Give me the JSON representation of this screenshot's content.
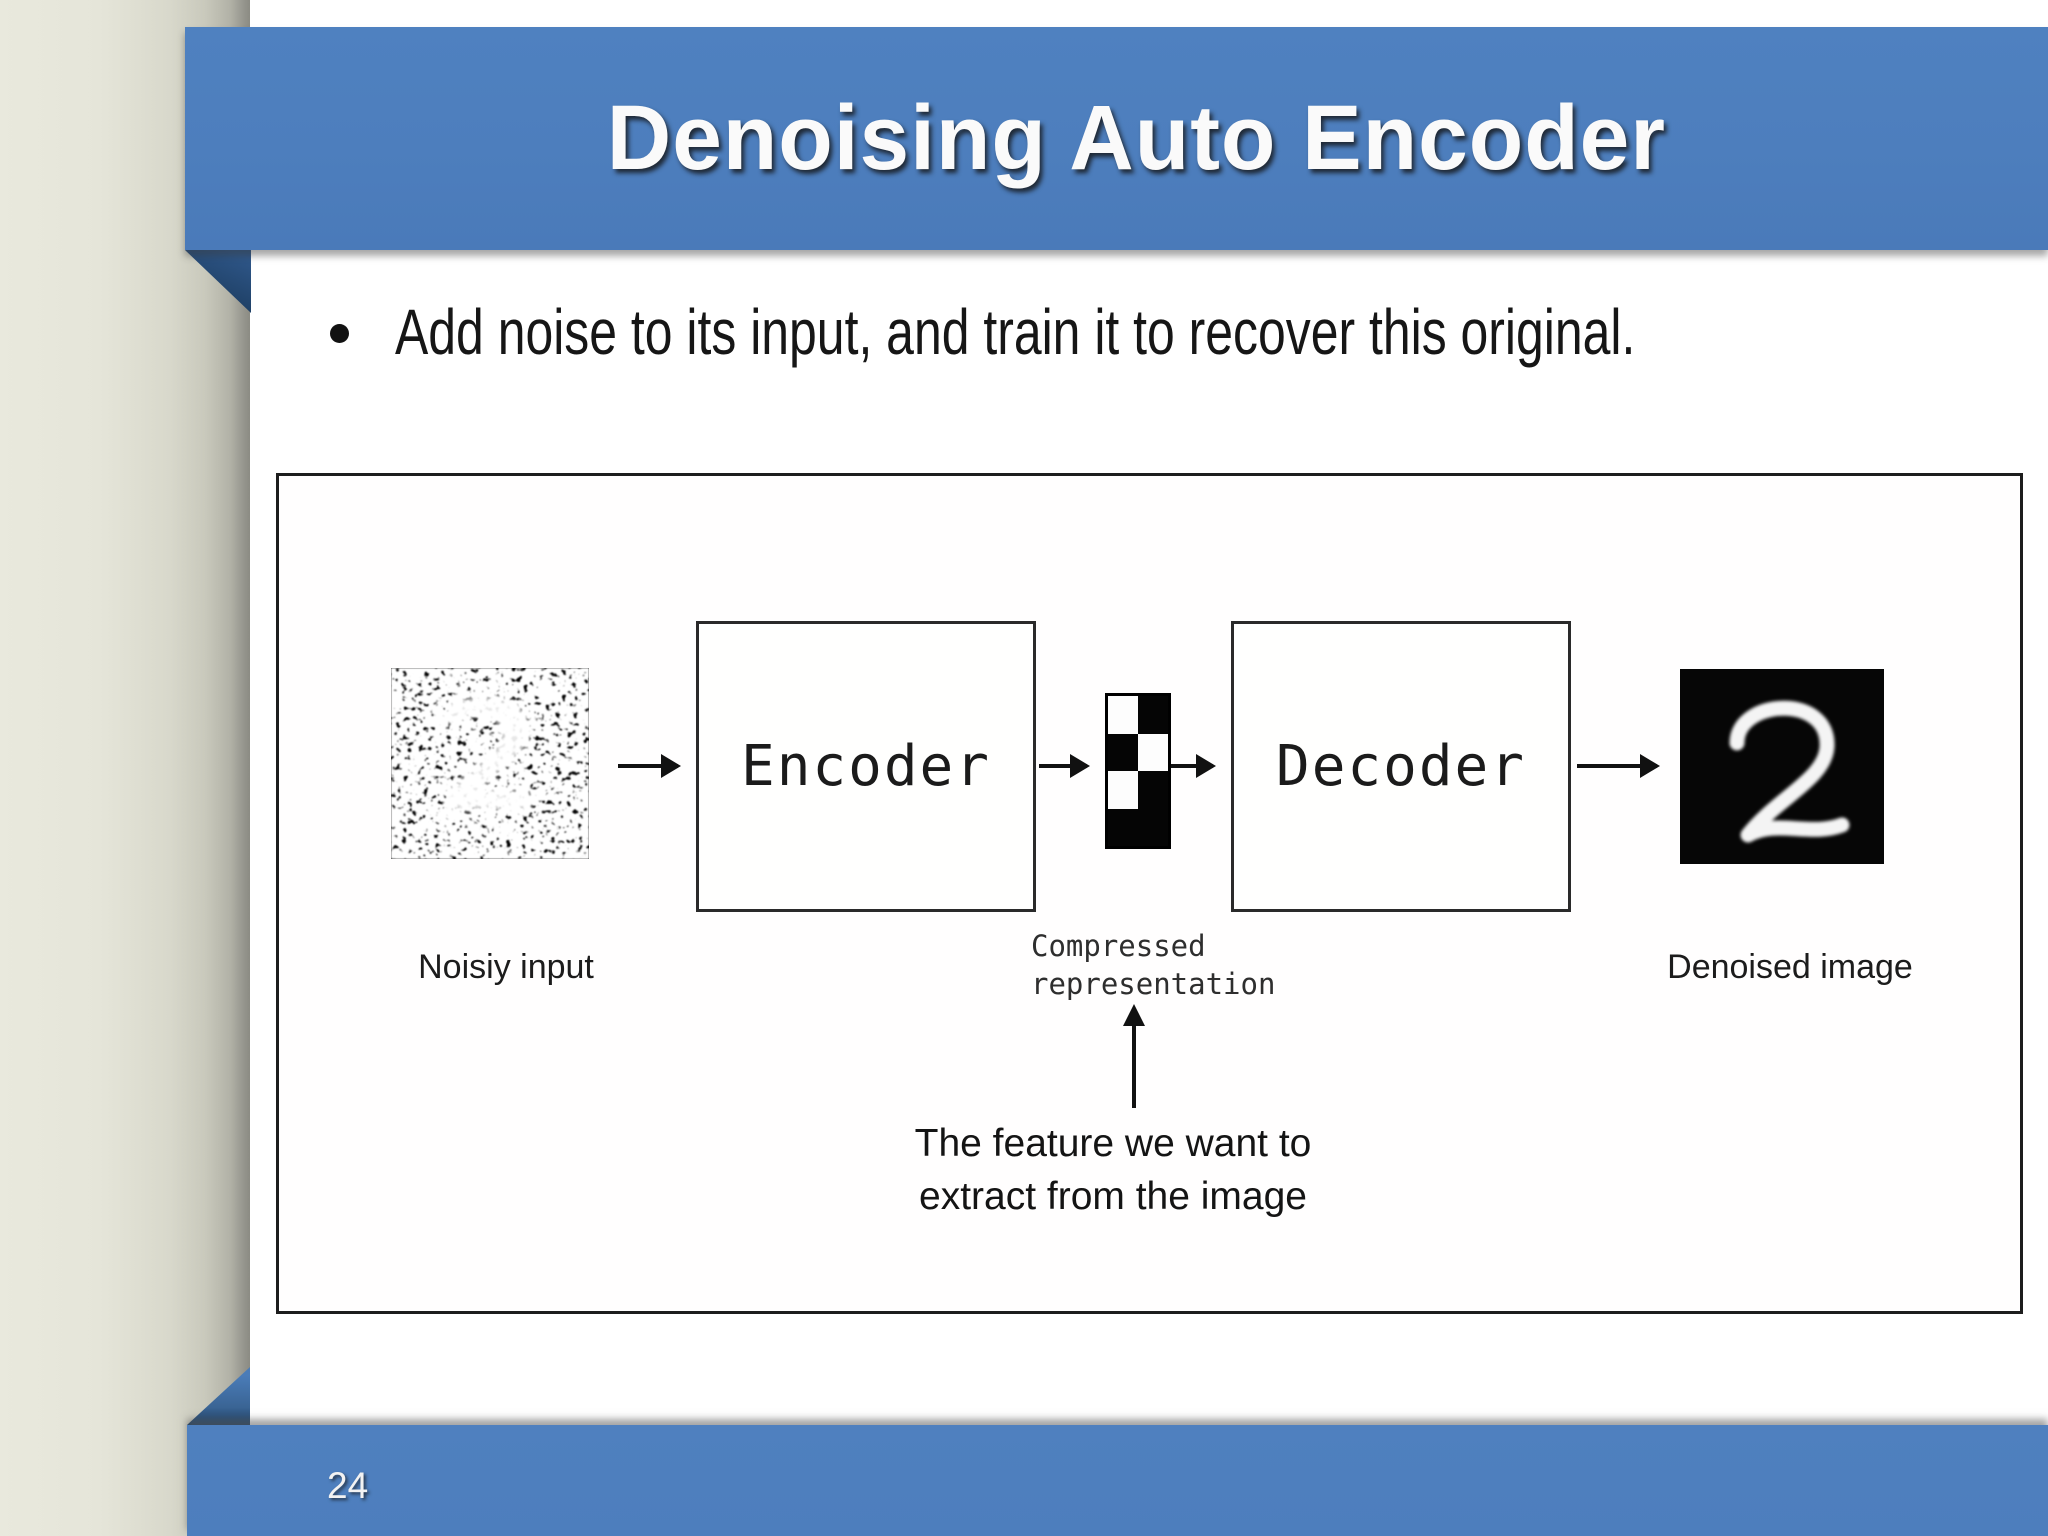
{
  "slide": {
    "title": "Denoising Auto Encoder",
    "bullet_text": "Add noise to its input, and train it to recover this original.",
    "page_number": "24",
    "colors": {
      "banner_blue": "#4d7ebd",
      "fold_dark_blue": "#1d3f63",
      "sidebar_light": "#e9e9dd",
      "sidebar_dark": "#8b8b83",
      "background": "#ffffff"
    }
  },
  "diagram": {
    "noisy_input_label": "Noisiy input",
    "encoder_label": "Encoder",
    "decoder_label": "Decoder",
    "compressed_label_line1": "Compressed",
    "compressed_label_line2": "representation",
    "denoised_label": "Denoised image",
    "feature_note_line1": "The feature we want to",
    "feature_note_line2": "extract from the image",
    "digit": "2",
    "compressed_cells": [
      [
        "white",
        "black"
      ],
      [
        "black",
        "white"
      ],
      [
        "white",
        "black"
      ],
      [
        "black",
        "black"
      ]
    ]
  }
}
